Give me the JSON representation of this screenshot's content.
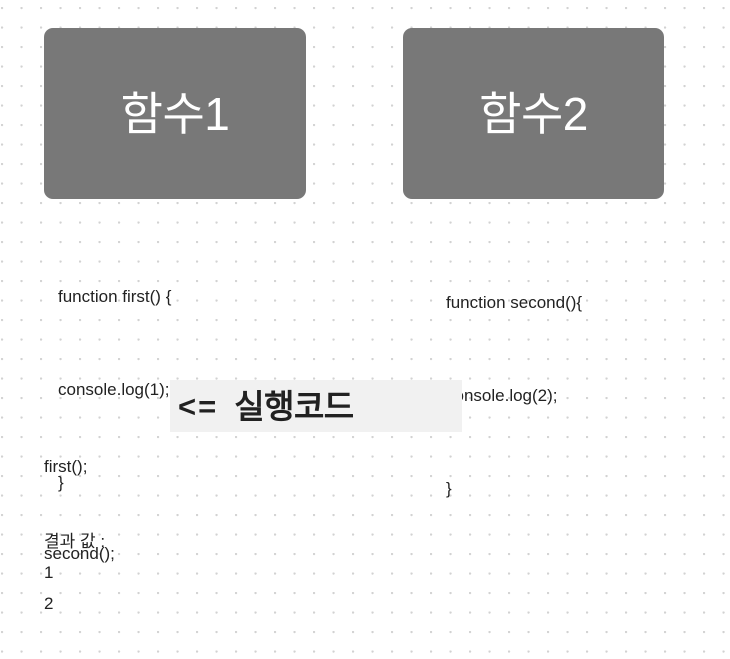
{
  "canvas": {
    "background_color": "#ffffff",
    "dot_color": "#d2d2d2"
  },
  "cards": [
    {
      "id": "first",
      "title": "함수1",
      "fill_color": "#787878",
      "text_color": "#ffffff",
      "code_lines": [
        "function first() {",
        "console.log(1);",
        "}"
      ]
    },
    {
      "id": "second",
      "title": "함수2",
      "fill_color": "#787878",
      "text_color": "#ffffff",
      "code_lines": [
        "function second(){",
        "console.log(2);",
        "}"
      ]
    }
  ],
  "runner": {
    "code_lines": [
      "first();",
      "second();"
    ],
    "callout": {
      "arrow": "<=",
      "label": "실행코드",
      "highlight_color": "#f1f1f1"
    }
  },
  "result": {
    "label": "결과 값 :",
    "values": [
      "1",
      "2"
    ]
  }
}
